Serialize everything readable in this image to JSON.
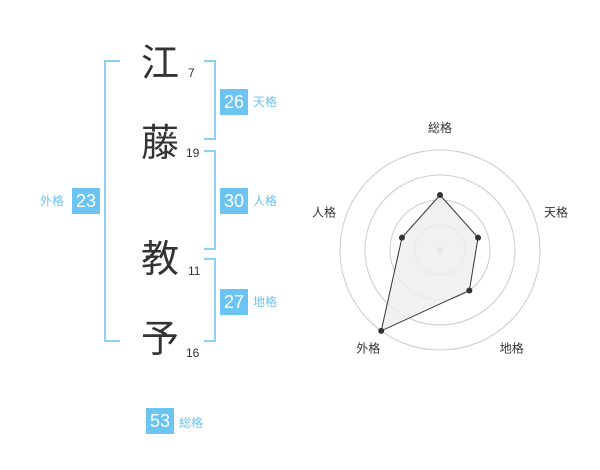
{
  "name": {
    "chars": [
      {
        "char": "江",
        "strokes": "7"
      },
      {
        "char": "藤",
        "strokes": "19"
      },
      {
        "char": "教",
        "strokes": "11"
      },
      {
        "char": "予",
        "strokes": "16"
      }
    ]
  },
  "kaku": {
    "tenkaku": {
      "value": "26",
      "label": "天格"
    },
    "jinkaku": {
      "value": "30",
      "label": "人格"
    },
    "chikaku": {
      "value": "27",
      "label": "地格"
    },
    "gaikaku": {
      "value": "23",
      "label": "外格"
    },
    "soukaku": {
      "value": "53",
      "label": "総格"
    }
  },
  "chart_data": {
    "type": "radar",
    "axes": [
      "総格",
      "天格",
      "地格",
      "外格",
      "人格"
    ],
    "series": [
      {
        "values": [
          0.55,
          0.4,
          0.5,
          1.0,
          0.4
        ]
      }
    ],
    "rings": 4,
    "colors": {
      "fill": "#eeeeee",
      "stroke": "#333333",
      "grid": "#cccccc"
    }
  }
}
